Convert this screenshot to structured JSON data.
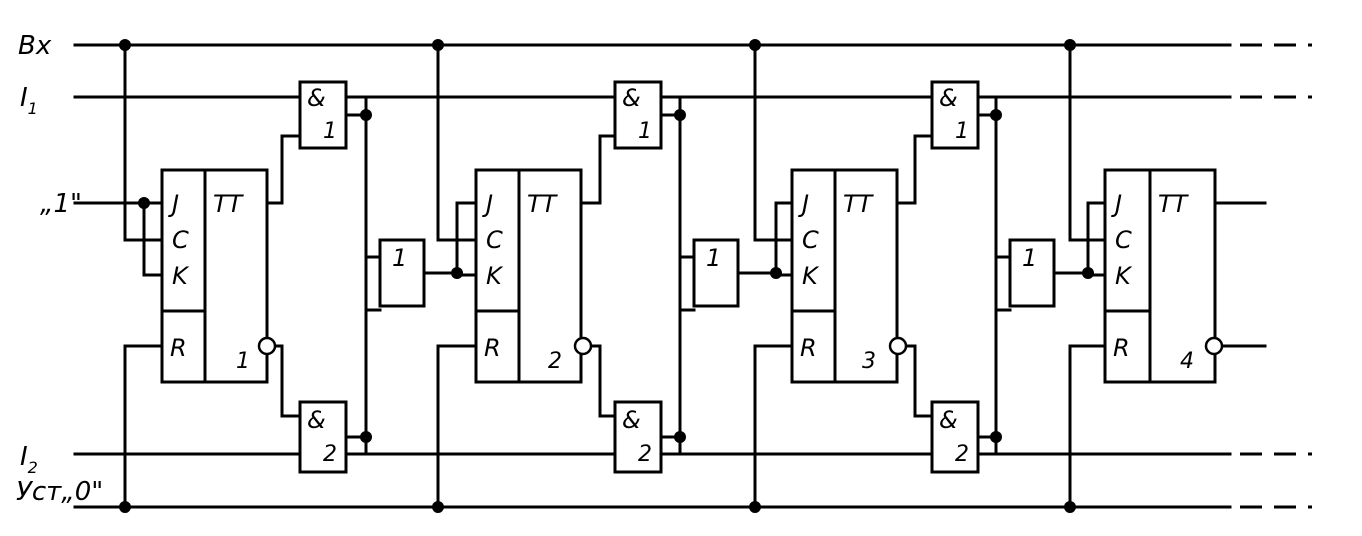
{
  "inputs": {
    "vx": "Bx",
    "i1": "I",
    "i1_sub": "1",
    "one": "„1\"",
    "i2": "I",
    "i2_sub": "2",
    "reset": "Уст„0\""
  },
  "flipflop": {
    "j": "J",
    "c": "C",
    "k": "K",
    "r": "R",
    "type": "TT"
  },
  "flipflops": [
    {
      "number": "1"
    },
    {
      "number": "2"
    },
    {
      "number": "3"
    },
    {
      "number": "4"
    }
  ],
  "and_gate": {
    "symbol": "&"
  },
  "and_upper": {
    "number": "1"
  },
  "and_lower": {
    "number": "2"
  },
  "or_gate": {
    "symbol": "1"
  }
}
